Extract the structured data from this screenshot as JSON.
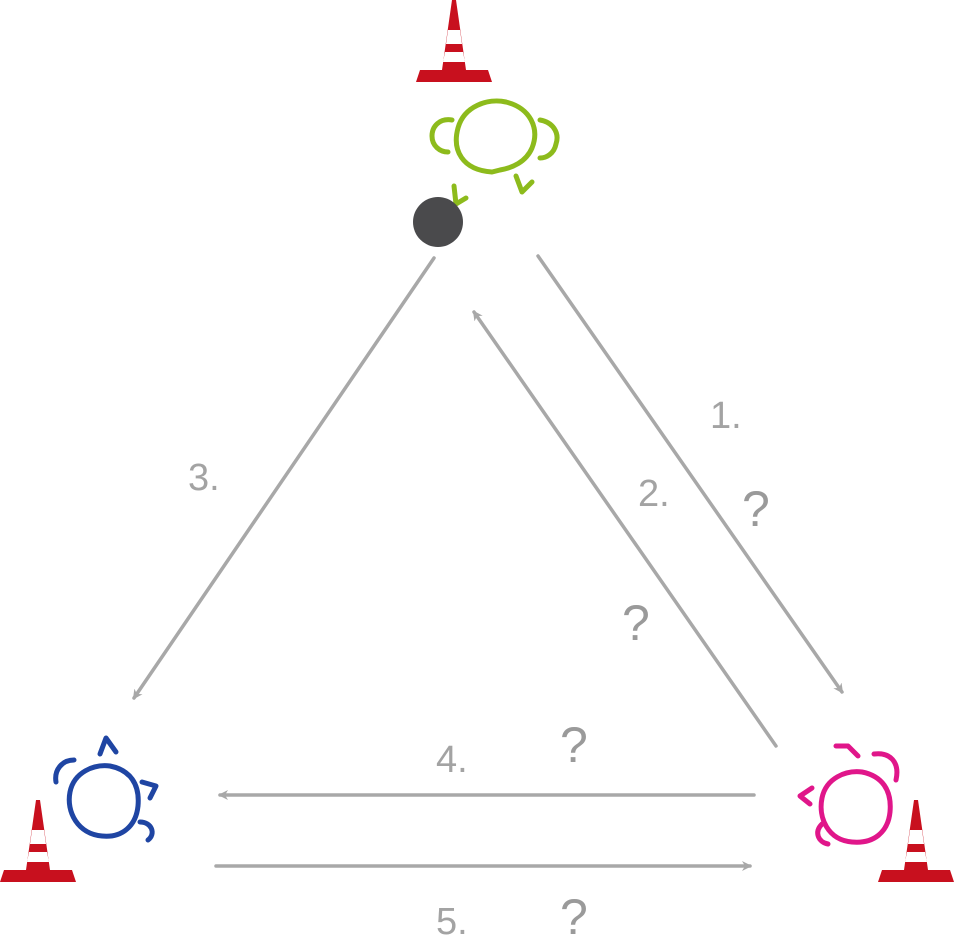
{
  "colors": {
    "arrow": "#a8a8a8",
    "label": "#a3a3a3",
    "player_top": "#8dbb1c",
    "player_left": "#1f45a3",
    "player_right": "#e0168a",
    "ball": "#4a4a4c",
    "cone_red": "#c8101e",
    "cone_white": "#ffffff"
  },
  "players": [
    {
      "id": "top",
      "icon": "player-top-icon",
      "color": "#8dbb1c"
    },
    {
      "id": "left",
      "icon": "player-left-icon",
      "color": "#1f45a3"
    },
    {
      "id": "right",
      "icon": "player-right-icon",
      "color": "#e0168a"
    }
  ],
  "passes": [
    {
      "step": "1.",
      "question": "?"
    },
    {
      "step": "2.",
      "question": "?"
    },
    {
      "step": "3.",
      "question": ""
    },
    {
      "step": "4.",
      "question": "?"
    },
    {
      "step": "5.",
      "question": "?"
    }
  ]
}
